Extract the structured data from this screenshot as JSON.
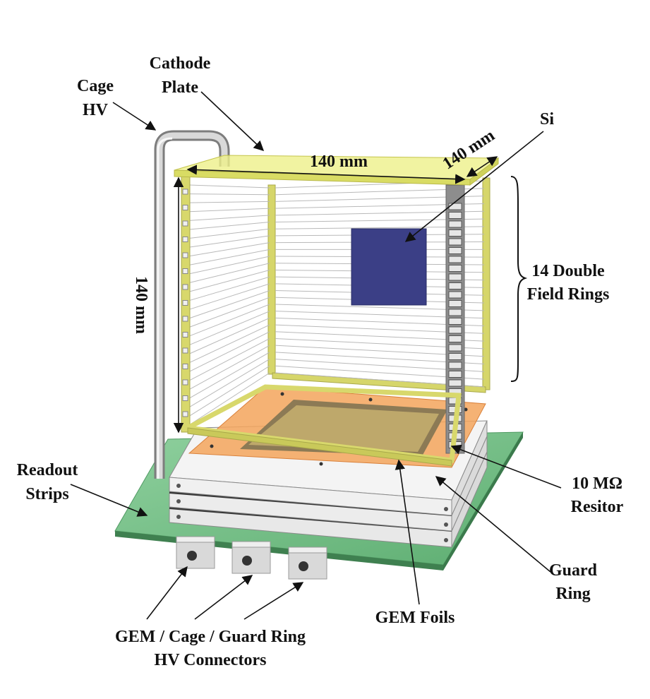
{
  "labels": {
    "cathode_plate": [
      "Cathode",
      "Plate"
    ],
    "cage_hv": [
      "Cage",
      "HV"
    ],
    "si": "Si",
    "dim_width": "140 mm",
    "dim_depth": "140 mm",
    "dim_height": "140 mm",
    "field_rings": [
      "14 Double",
      "Field Rings"
    ],
    "readout_strips": [
      "Readout",
      "Strips"
    ],
    "resistor": [
      "10 MΩ",
      "Resitor"
    ],
    "guard_ring": [
      "Guard",
      "Ring"
    ],
    "gem_foils": "GEM Foils",
    "hv_connectors": [
      "GEM / Cage / Guard Ring",
      "HV Connectors"
    ]
  },
  "colors": {
    "cathode": "#e8ec8a",
    "frame": "#c8c850",
    "si_detector": "#3b3f86",
    "guard_ring": "#f2a25a",
    "pcb": "#7cc48c",
    "gem_frame": "#efefef",
    "connector": "#dcdcdc"
  }
}
